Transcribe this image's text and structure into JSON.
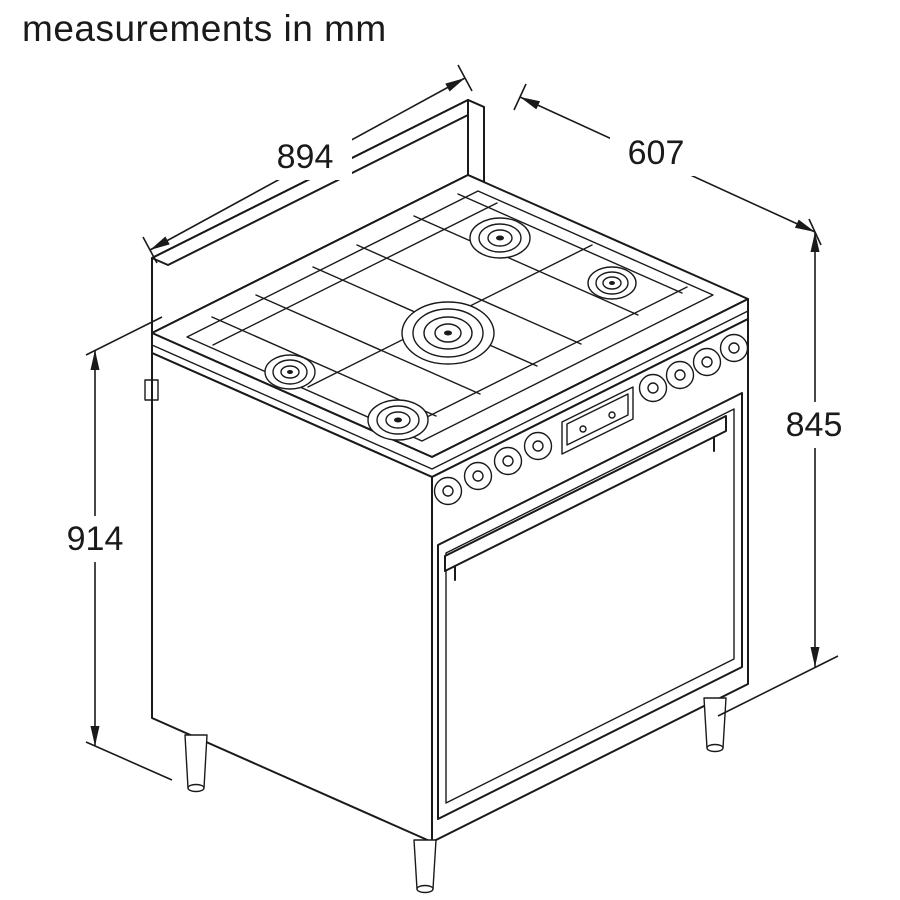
{
  "title": "measurements in mm",
  "unit": "mm",
  "dimensions": {
    "width_mm": "894",
    "depth_mm": "607",
    "height_to_worktop_mm": "845",
    "height_overall_mm": "914"
  },
  "figure": {
    "subject": "freestanding range cooker line drawing",
    "features": [
      "5 gas burners",
      "pan supports",
      "8 control knobs",
      "control display",
      "oven door with handle",
      "backguard",
      "feet"
    ]
  },
  "colors": {
    "line": "#1a1a1a",
    "background": "#ffffff"
  }
}
